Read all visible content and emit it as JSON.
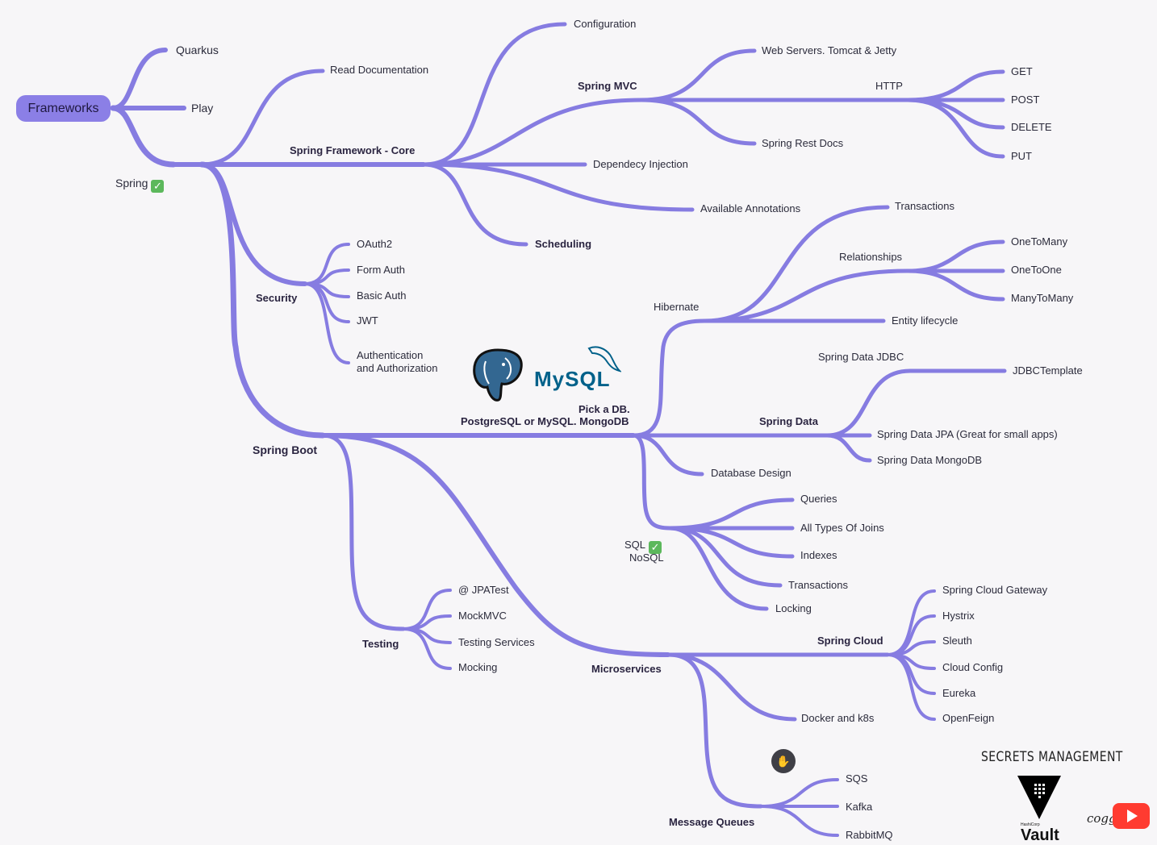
{
  "root": {
    "label": "Frameworks"
  },
  "frameworks": {
    "quarkus": "Quarkus",
    "play": "Play",
    "spring": "Spring"
  },
  "core": {
    "title": "Spring Framework - Core",
    "read_docs": "Read Documentation",
    "configuration": "Configuration",
    "dependency_injection": "Dependecy Injection",
    "annotations": "Available Annotations",
    "scheduling": "Scheduling"
  },
  "mvc": {
    "title": "Spring MVC",
    "web_servers": "Web Servers. Tomcat & Jetty",
    "http": "HTTP",
    "rest_docs": "Spring Rest Docs",
    "methods": [
      "GET",
      "POST",
      "DELETE",
      "PUT"
    ]
  },
  "security": {
    "title": "Security",
    "items": [
      "OAuth2",
      "Form Auth",
      "Basic Auth",
      "JWT"
    ],
    "auth_line1": "Authentication",
    "auth_line2": "and Authorization"
  },
  "boot": {
    "title": "Spring Boot"
  },
  "db": {
    "pick_line1": "Pick a DB.",
    "pick_line2": "PostgreSQL or MySQL. MongoDB",
    "mysql_logo": "MySQL"
  },
  "hibernate": {
    "title": "Hibernate",
    "transactions": "Transactions",
    "relationships": "Relationships",
    "relations": [
      "OneToMany",
      "OneToOne",
      "ManyToMany"
    ],
    "entity_lifecycle": "Entity lifecycle"
  },
  "data": {
    "title": "Spring Data",
    "jdbc": "Spring Data JDBC",
    "jdbc_template": "JDBCTemplate",
    "jpa": "Spring Data JPA (Great for small apps)",
    "mongodb": "Spring Data MongoDB"
  },
  "design": {
    "title": "Database Design"
  },
  "sql": {
    "sql": "SQL",
    "nosql": "NoSQL",
    "items": [
      "Queries",
      "All Types Of Joins",
      "Indexes",
      "Transactions",
      "Locking"
    ]
  },
  "testing": {
    "title": "Testing",
    "items": [
      "@ JPATest",
      "MockMVC",
      "Testing Services",
      "Mocking"
    ]
  },
  "microservices": {
    "title": "Microservices",
    "docker": "Docker and k8s"
  },
  "cloud": {
    "title": "Spring Cloud",
    "items": [
      "Spring Cloud Gateway",
      "Hystrix",
      "Sleuth",
      "Cloud Config",
      "Eureka",
      "OpenFeign"
    ]
  },
  "mq": {
    "title": "Message Queues",
    "items": [
      "SQS",
      "Kafka",
      "RabbitMQ"
    ]
  },
  "extras": {
    "secrets": "SECRETS MANAGEMENT",
    "hashicorp": "HashiCorp",
    "vault": "Vault",
    "coggle": "coggle",
    "check_icon": "check-icon",
    "hand_icon": "hand-cursor-icon"
  },
  "colors": {
    "branch": "#8076e0",
    "root": "#8b7fe6",
    "check": "#5cb85c"
  }
}
